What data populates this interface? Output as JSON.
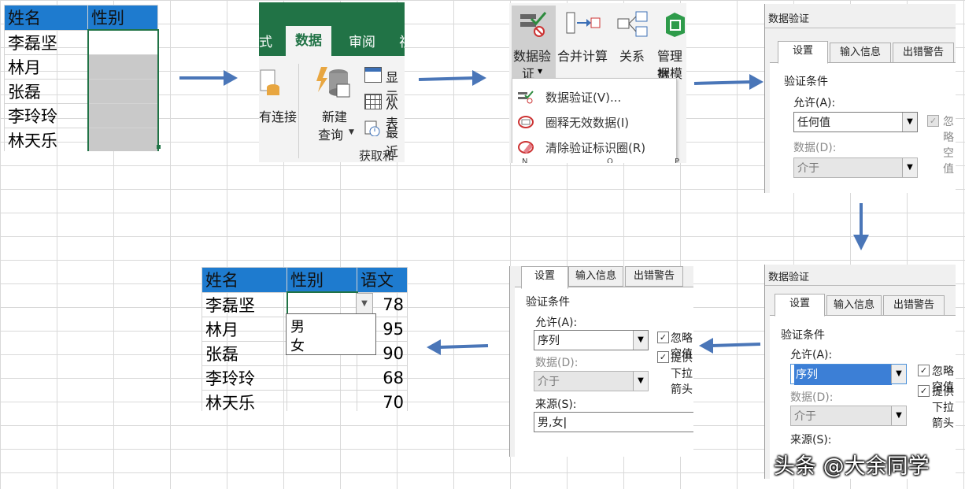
{
  "step1": {
    "headers": [
      "姓名",
      "性别"
    ],
    "names": [
      "李磊坚",
      "林月",
      "张磊",
      "李玲玲",
      "林天乐"
    ]
  },
  "step2": {
    "tabs": [
      "式",
      "数据",
      "审阅",
      "视"
    ],
    "btn_connections": "有连接",
    "btn_new_query_l1": "新建",
    "btn_new_query_l2": "查询",
    "btn_show": "显示",
    "btn_from": "从表",
    "btn_recent": "最近",
    "group_label": "获取和转"
  },
  "step3": {
    "ribbon_buttons": [
      {
        "l1": "数据验",
        "l2": "证"
      },
      {
        "l1": "合并计算",
        "l2": ""
      },
      {
        "l1": "关系",
        "l2": ""
      },
      {
        "l1": "管理数",
        "l2": "据模型"
      }
    ],
    "menu_items": [
      "数据验证(V)...",
      "圈释无效数据(I)",
      "清除验证标识圈(R)"
    ],
    "col_letters": [
      "N",
      "O",
      "P"
    ]
  },
  "dialog": {
    "title": "数据验证",
    "tabs": [
      "设置",
      "输入信息",
      "出错警告"
    ],
    "section": "验证条件",
    "allow_label": "允许(A):",
    "data_label": "数据(D):",
    "source_label": "来源(S):",
    "ignore_blank": "忽略空值",
    "provide_dropdown": "提供下拉箭头",
    "any_value": "任何值",
    "between": "介于",
    "sequence": "序列",
    "source_value": "男,女"
  },
  "result": {
    "headers": [
      "姓名",
      "性别",
      "语文"
    ],
    "rows": [
      {
        "name": "李磊坚",
        "score": "78"
      },
      {
        "name": "林月",
        "score": "95"
      },
      {
        "name": "张磊",
        "score": "90"
      },
      {
        "name": "李玲玲",
        "score": "68"
      },
      {
        "name": "林天乐",
        "score": "70"
      }
    ],
    "options": [
      "男",
      "女"
    ]
  },
  "watermark": "头条 @大余同学",
  "colors": {
    "header_blue": "#1e7bcf",
    "excel_green": "#217346",
    "arrow": "#4a76b8",
    "selection_gray": "#c9c9c9"
  }
}
